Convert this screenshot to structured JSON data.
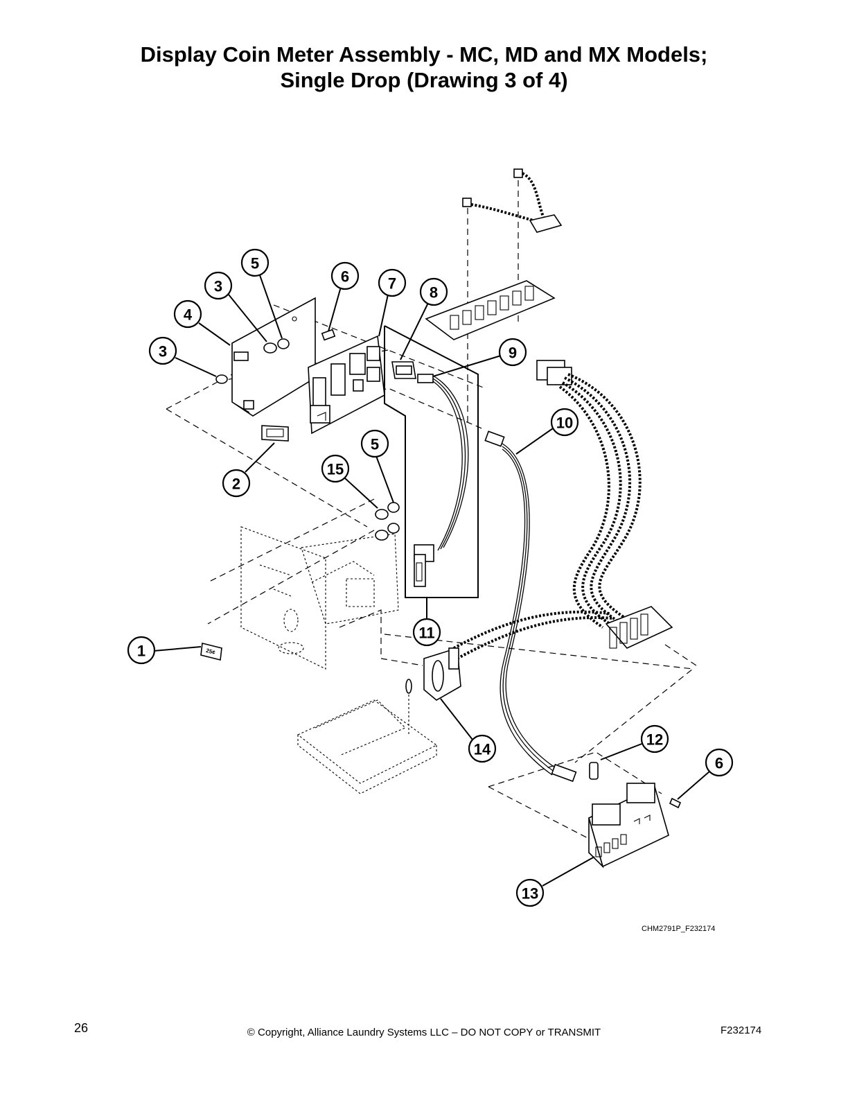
{
  "title": {
    "line1": "Display Coin Meter Assembly - MC, MD and MX Models;",
    "line2": "Single Drop (Drawing 3 of 4)"
  },
  "diagram": {
    "callouts": [
      {
        "id": "c5a",
        "label": "5"
      },
      {
        "id": "c3a",
        "label": "3"
      },
      {
        "id": "c4",
        "label": "4"
      },
      {
        "id": "c3b",
        "label": "3"
      },
      {
        "id": "c6a",
        "label": "6"
      },
      {
        "id": "c7",
        "label": "7"
      },
      {
        "id": "c8",
        "label": "8"
      },
      {
        "id": "c9",
        "label": "9"
      },
      {
        "id": "c10",
        "label": "10"
      },
      {
        "id": "c5b",
        "label": "5"
      },
      {
        "id": "c15",
        "label": "15"
      },
      {
        "id": "c2",
        "label": "2"
      },
      {
        "id": "c11",
        "label": "11"
      },
      {
        "id": "c1",
        "label": "1"
      },
      {
        "id": "c14",
        "label": "14"
      },
      {
        "id": "c12",
        "label": "12"
      },
      {
        "id": "c6b",
        "label": "6"
      },
      {
        "id": "c13",
        "label": "13"
      }
    ],
    "coin_label": "25¢",
    "figure_id": "CHM2791P_F232174"
  },
  "footer": {
    "page_number": "26",
    "copyright": "© Copyright, Alliance Laundry Systems LLC – DO NOT COPY or TRANSMIT",
    "doc_id": "F232174"
  }
}
